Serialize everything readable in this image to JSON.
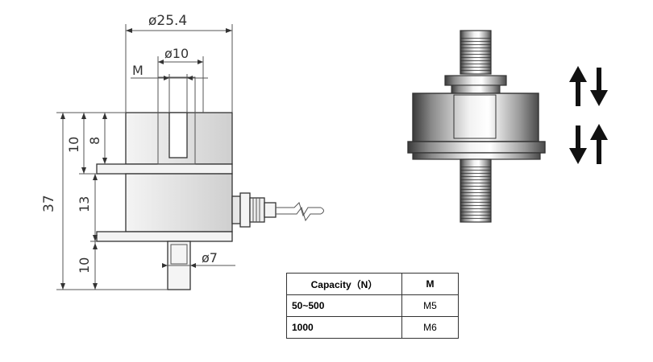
{
  "dimensions": {
    "outer_diameter": "ø25.4",
    "inner_diameter": "ø10",
    "thread_label": "M",
    "cable_diameter": "ø7",
    "total_height": "37",
    "top_height": "10",
    "top_inner_height": "8",
    "middle_height": "13",
    "bottom_height": "10"
  },
  "table": {
    "headers": [
      "Capacity（N）",
      "M"
    ],
    "rows": [
      {
        "capacity": "50~500",
        "m": "M5"
      },
      {
        "capacity": "1000",
        "m": "M6"
      }
    ]
  },
  "icons": [
    "arrow-up-icon",
    "arrow-down-icon"
  ],
  "colors": {
    "line": "#333333",
    "sensor_gradient_dark": "#3a3a3a",
    "sensor_gradient_light": "#f2f2f2",
    "cable": "#555555"
  }
}
